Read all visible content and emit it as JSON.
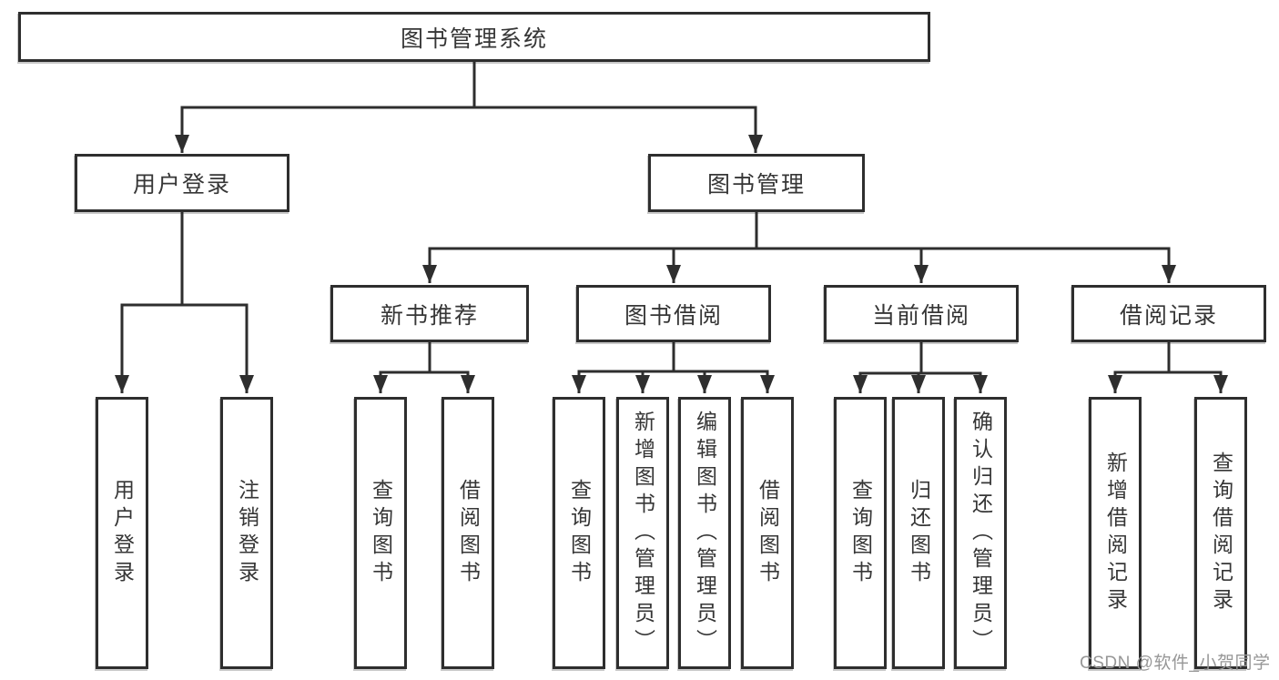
{
  "tree": {
    "label": "图书管理系统",
    "children": [
      {
        "label": "用户登录",
        "children": [
          {
            "label": "用户登录"
          },
          {
            "label": "注销登录"
          }
        ]
      },
      {
        "label": "图书管理",
        "children": [
          {
            "label": "新书推荐",
            "children": [
              {
                "label": "查询图书"
              },
              {
                "label": "借阅图书"
              }
            ]
          },
          {
            "label": "图书借阅",
            "children": [
              {
                "label": "查询图书"
              },
              {
                "label": "新增图书（管理员）"
              },
              {
                "label": "编辑图书（管理员）"
              },
              {
                "label": "借阅图书"
              }
            ]
          },
          {
            "label": "当前借阅",
            "children": [
              {
                "label": "查询图书"
              },
              {
                "label": "归还图书"
              },
              {
                "label": "确认归还（管理员）"
              }
            ]
          },
          {
            "label": "借阅记录",
            "children": [
              {
                "label": "新增借阅记录"
              },
              {
                "label": "查询借阅记录"
              }
            ]
          }
        ]
      }
    ]
  },
  "watermark": {
    "text": "CSDN @软件_小贺同学"
  },
  "colors": {
    "background": "#ffffff",
    "line": "#2e2e2e",
    "box_border": "#2e2e2e",
    "box_fill": "#ffffff",
    "text": "#363636",
    "watermark": "#979797"
  }
}
